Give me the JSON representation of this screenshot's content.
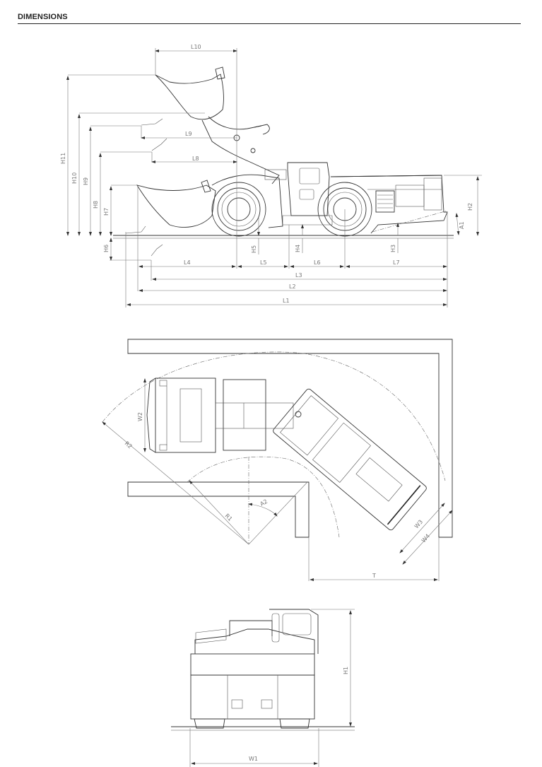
{
  "header": {
    "title": "DIMENSIONS"
  },
  "side_view": {
    "labels": {
      "L1": "L1",
      "L2": "L2",
      "L3": "L3",
      "L4": "L4",
      "L5": "L5",
      "L6": "L6",
      "L7": "L7",
      "L8": "L8",
      "L9": "L9",
      "L10": "L10",
      "H2": "H2",
      "H3": "H3",
      "H4": "H4",
      "H5": "H5",
      "H6": "H6",
      "H7": "H7",
      "H8": "H8",
      "H9": "H9",
      "H10": "H10",
      "H11": "H11",
      "A1": "A1"
    }
  },
  "turning_view": {
    "labels": {
      "W2": "W2",
      "W3": "W3",
      "W4": "W4",
      "R1": "R1",
      "R2": "R2",
      "A2": "A2",
      "T": "T"
    }
  },
  "front_view": {
    "labels": {
      "H1": "H1",
      "W1": "W1"
    }
  }
}
